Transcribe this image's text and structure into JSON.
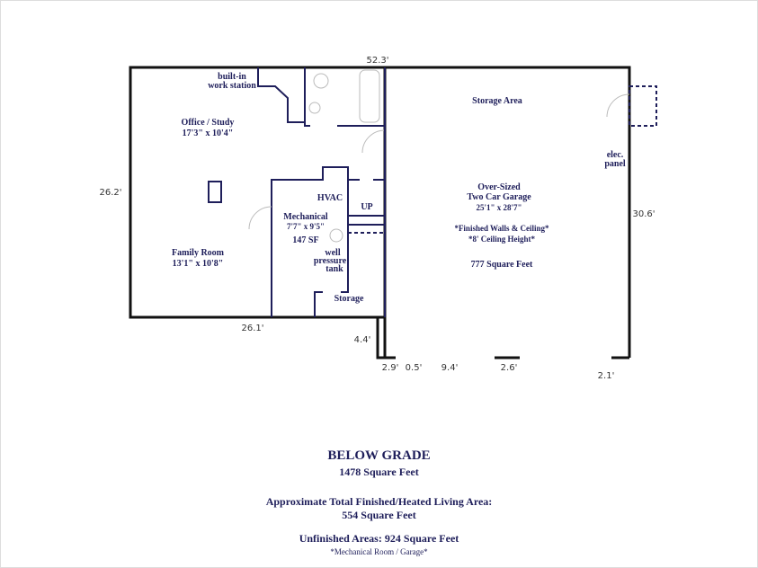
{
  "rooms": {
    "builtin_line1": "built-in",
    "builtin_line2": "work station",
    "office_name": "Office / Study",
    "office_size": "17'3\" x 10'4\"",
    "family_name": "Family Room",
    "family_size": "13'1\" x 10'8\"",
    "hvac": "HVAC",
    "up": "UP",
    "mech_name": "Mechanical",
    "mech_size": "7'7\" x 9'5\"",
    "mech_sf": "147 SF",
    "well1": "well",
    "well2": "pressure",
    "well3": "tank",
    "storage": "Storage",
    "storage_area": "Storage Area",
    "elec1": "elec.",
    "elec2": "panel",
    "garage1": "Over-Sized",
    "garage2": "Two Car Garage",
    "garage_size": "25'1\" x 28'7\"",
    "garage_note1": "*Finished Walls & Ceiling*",
    "garage_note2": "*8' Ceiling Height*",
    "garage_sf": "777 Square Feet"
  },
  "dimensions": {
    "top": "52.3'",
    "left": "26.2'",
    "right": "30.6'",
    "bottom_left": "26.1'",
    "step": "4.4'",
    "d1": "2.9'",
    "d2": "0.5'",
    "d3": "9.4'",
    "d4": "2.6'",
    "d5": "2.1'"
  },
  "summary": {
    "title": "BELOW GRADE",
    "total": "1478 Square Feet",
    "finished_label": "Approximate Total Finished/Heated Living Area:",
    "finished_value": "554 Square Feet",
    "unfinished": "Unfinished Areas:  924 Square Feet",
    "unfinished_note": "*Mechanical Room / Garage*"
  }
}
